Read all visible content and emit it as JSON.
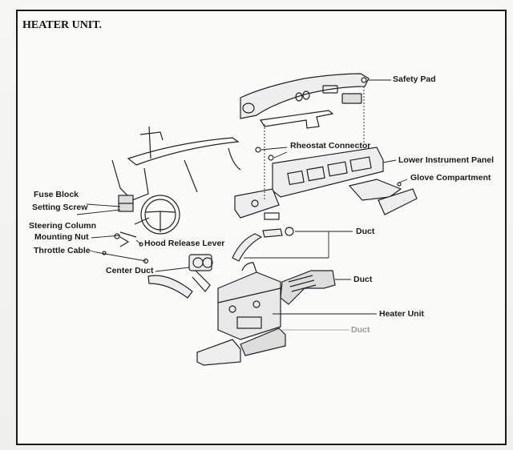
{
  "page": {
    "title": "HEATER UNIT."
  },
  "labels": {
    "safety_pad": "Safety Pad",
    "rheostat_connector": "Rheostat Connector",
    "lower_instrument_panel": "Lower Instrument Panel",
    "glove_compartment": "Glove Compartment",
    "fuse_block": "Fuse Block",
    "setting_screw": "Setting Screw",
    "steering_column": "Steering Column",
    "mounting_nut": "Mounting Nut",
    "hood_release_lever": "Hood Release Lever",
    "throttle_cable": "Throttle Cable",
    "duct_upper": "Duct",
    "center_duct": "Center Duct",
    "duct_right": "Duct",
    "heater_unit": "Heater Unit",
    "duct_lower": "Duct"
  }
}
